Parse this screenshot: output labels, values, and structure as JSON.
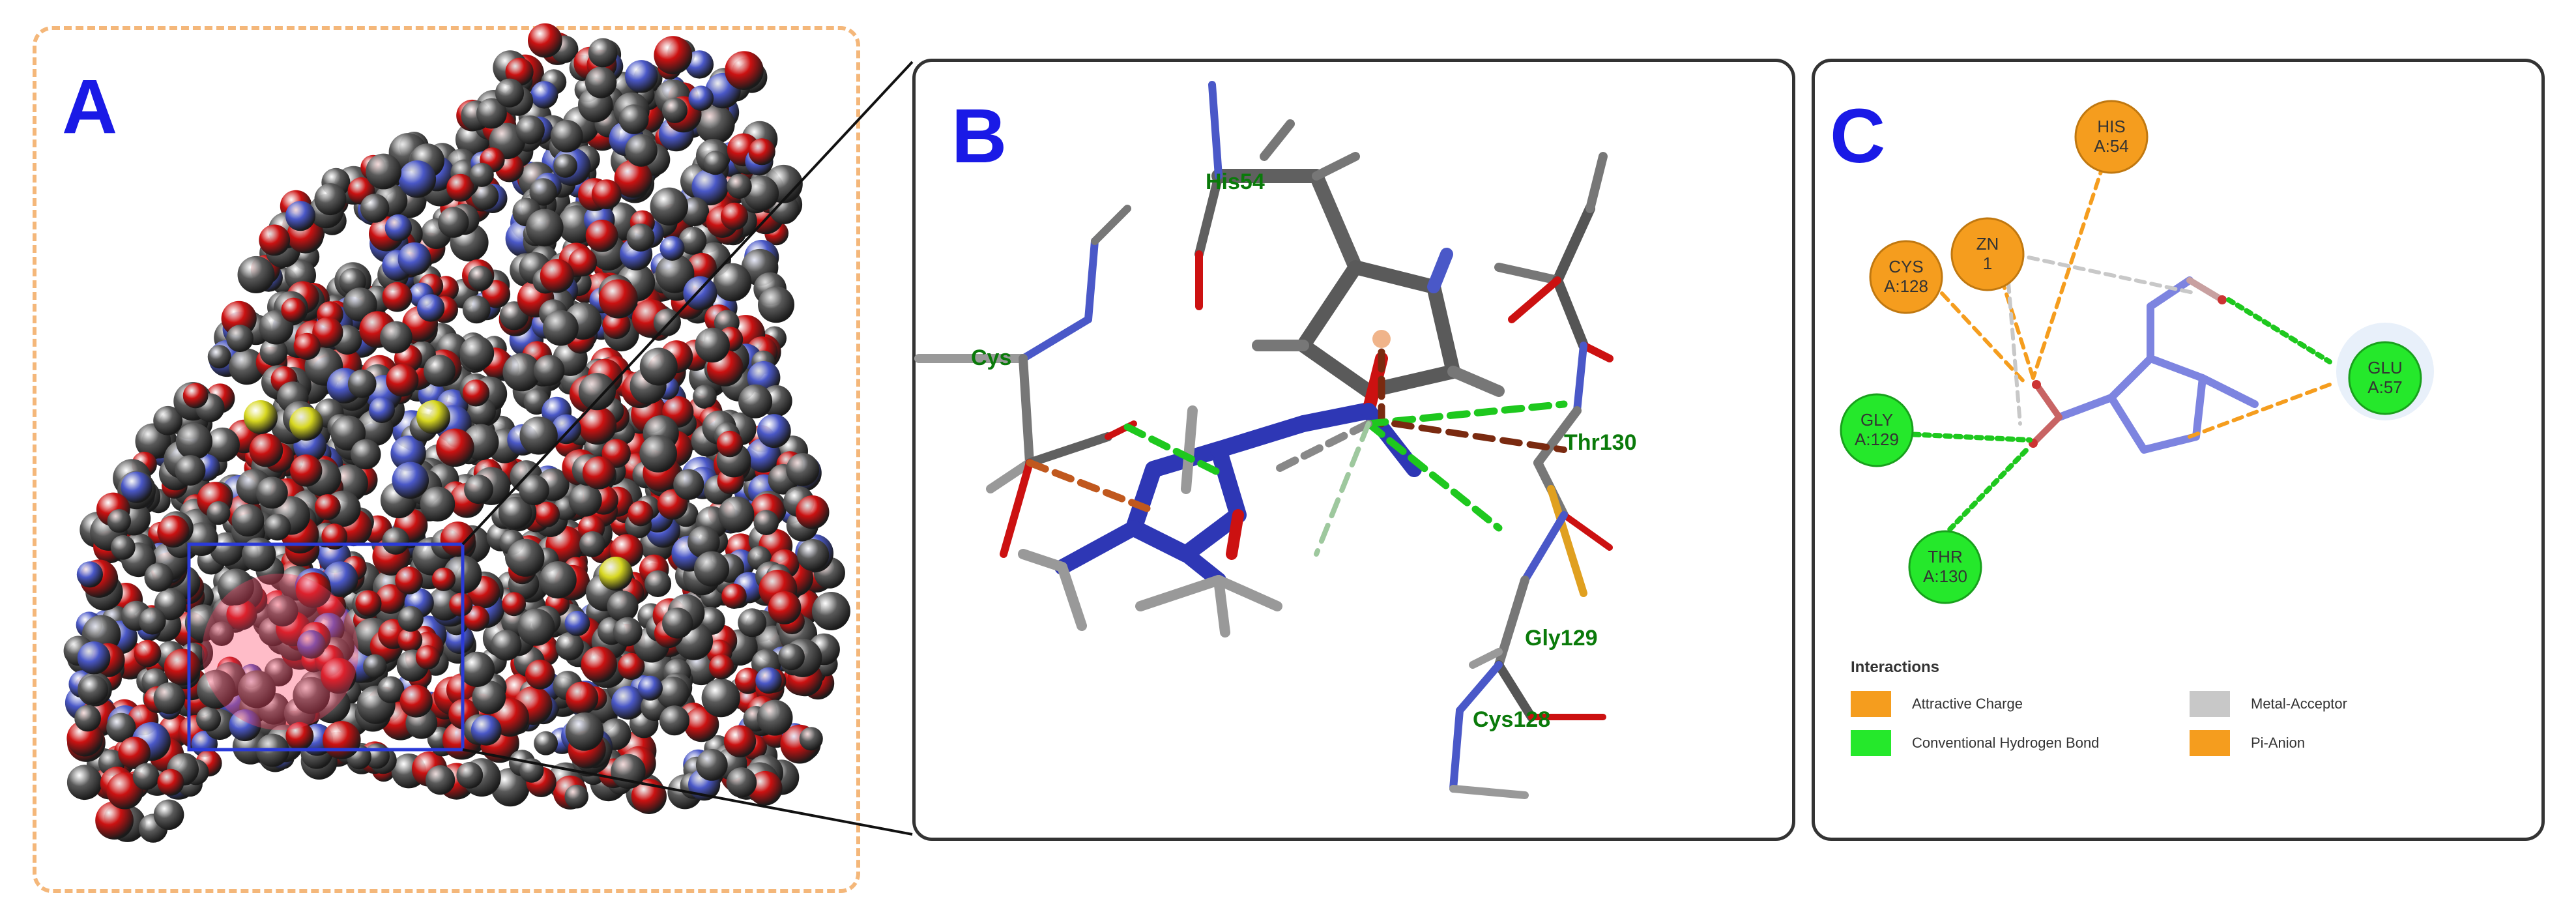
{
  "panels": {
    "a": {
      "label": "A"
    },
    "b": {
      "label": "B"
    },
    "c": {
      "label": "C"
    }
  },
  "panel_b": {
    "residue_labels": [
      "His54",
      "Cys",
      "Thr130",
      "Gly129",
      "Cys128"
    ]
  },
  "panel_c": {
    "residues": [
      {
        "line1": "HIS",
        "line2": "A:54",
        "color": "#f59d1e"
      },
      {
        "line1": "ZN",
        "line2": "1",
        "color": "#f59d1e"
      },
      {
        "line1": "CYS",
        "line2": "A:128",
        "color": "#f59d1e"
      },
      {
        "line1": "GLY",
        "line2": "A:129",
        "color": "#25e82b"
      },
      {
        "line1": "THR",
        "line2": "A:130",
        "color": "#25e82b"
      },
      {
        "line1": "GLU",
        "line2": "A:57",
        "color": "#25e82b"
      }
    ],
    "legend": {
      "title": "Interactions",
      "items": [
        {
          "label": "Attractive Charge",
          "color": "#f59d1e"
        },
        {
          "label": "Metal-Acceptor",
          "color": "#c8c8c8"
        },
        {
          "label": "Conventional Hydrogen Bond",
          "color": "#25e82b"
        },
        {
          "label": "Pi-Anion",
          "color": "#f59d1e"
        }
      ]
    }
  },
  "colors": {
    "label_blue": "#1a1ae6",
    "atom_carbon": "#5a5a5a",
    "atom_oxygen": "#cc1111",
    "atom_nitrogen": "#4a58c8",
    "atom_sulfur": "#d8d820",
    "hbond_green": "#1ec81e",
    "charge_orange": "#f59d1e"
  }
}
